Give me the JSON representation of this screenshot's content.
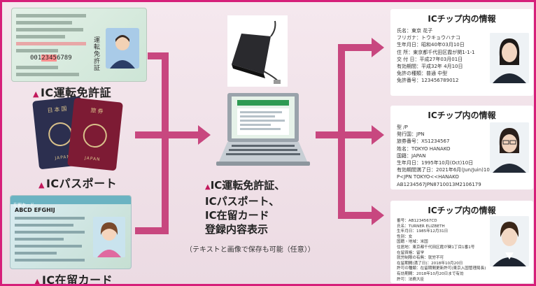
{
  "labels": {
    "license": "IC運転免許証",
    "passport": "ICパスポート",
    "residence": "IC在留カード",
    "marker": "▲"
  },
  "license_card": {
    "title": "運転免許証",
    "number": "001",
    "number_hl": "2345",
    "number_tail": "6789"
  },
  "passport_card": {
    "top": "日本国",
    "sub": "旅券",
    "bottom": "JAPAN"
  },
  "residence_card": {
    "header": "在留カード",
    "name": "ABCD EFGHIJ"
  },
  "center": {
    "lines": [
      "IC運転免許証、",
      "ICパスポート、",
      "IC在留カード",
      "登録内容表示"
    ],
    "note": "（テキストと画像で保存も可能（任意））"
  },
  "cards": [
    {
      "title": "ICチップ内の情報",
      "fields": [
        "氏名：東京 花子",
        "フリガナ：トウキョウハナコ",
        "生年月日：昭和40年03月10日",
        "住 所：東京都千代田区霞が関1-1-1",
        "交 付 日：平成27年03月01日",
        "有効期間：平成32年 4月10日",
        "免許の種類：普通 中型",
        "免許番号：123456789012"
      ]
    },
    {
      "title": "ICチップ内の情報",
      "fields": [
        "型 /P",
        "発行国：JPN",
        "旅券番号：XS1234567",
        "姓名：TOKYO HANAKO",
        "国籍：JAPAN",
        "生年月日：1995年10月(Oct)10日",
        "有効期間満了日：2021年6月(Jun/Juin)10日",
        "P<JPN TOKYO<<HANAKO",
        "AB1234567JPN8710013M2106179"
      ]
    },
    {
      "title": "ICチップ内の情報",
      "fields": [
        "番号：AB1234567CD",
        "氏名：TURNER ELIZBETH",
        "生年月日：1985年12月31日",
        "性別：女",
        "国籍・地域：米国",
        "住居地：東京都千代田区霞が関1丁目1番1号",
        "在留資格：留学",
        "就労制限の有無：就労不可",
        "在留期間(満了日)：2018年10月20日",
        "許可の種類：在留期間更新許可(東京入国管理局長)",
        "有効期間：2018年10月20日まで有効",
        "許可：法務大臣"
      ]
    }
  ],
  "colors": {
    "arrow": "#c8477f",
    "border": "#d61f7a"
  }
}
